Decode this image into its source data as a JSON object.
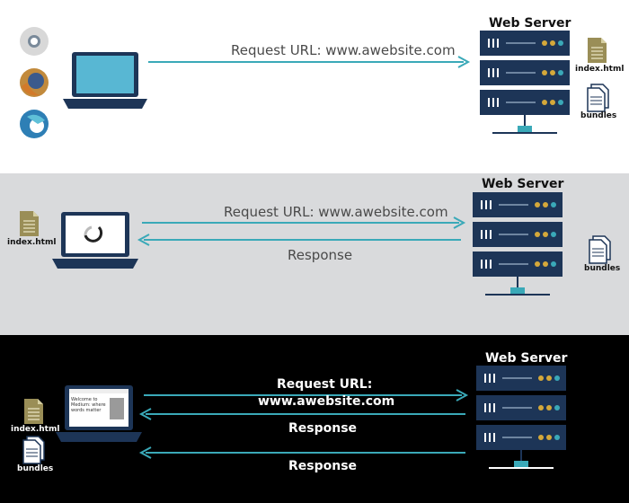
{
  "colors": {
    "arrow": "#3aa9b8",
    "server": "#1d3557",
    "laptop": "#1d3557",
    "laptop_screen": "#58b7d3",
    "doc_html": "#9a8e57",
    "panel2_bg": "#d9dadc",
    "panel3_bg": "#000000"
  },
  "panel1": {
    "browsers": [
      "chrome-icon",
      "firefox-icon",
      "edge-icon"
    ],
    "request_label": "Request URL: www.awebsite.com",
    "server_title": "Web Server",
    "files": [
      "index.html",
      "bundles"
    ]
  },
  "panel2": {
    "local_file": "index.html",
    "request_label": "Request URL: www.awebsite.com",
    "response_label": "Response",
    "server_title": "Web Server",
    "server_file": "bundles"
  },
  "panel3": {
    "request_label_line1": "Request URL:",
    "request_label_line2": "www.awebsite.com",
    "response_label_1": "Response",
    "response_label_2": "Response",
    "server_title": "Web Server",
    "local_files": [
      "index.html",
      "bundles"
    ],
    "screen_text": "Welcome to Medium: where words matter"
  }
}
